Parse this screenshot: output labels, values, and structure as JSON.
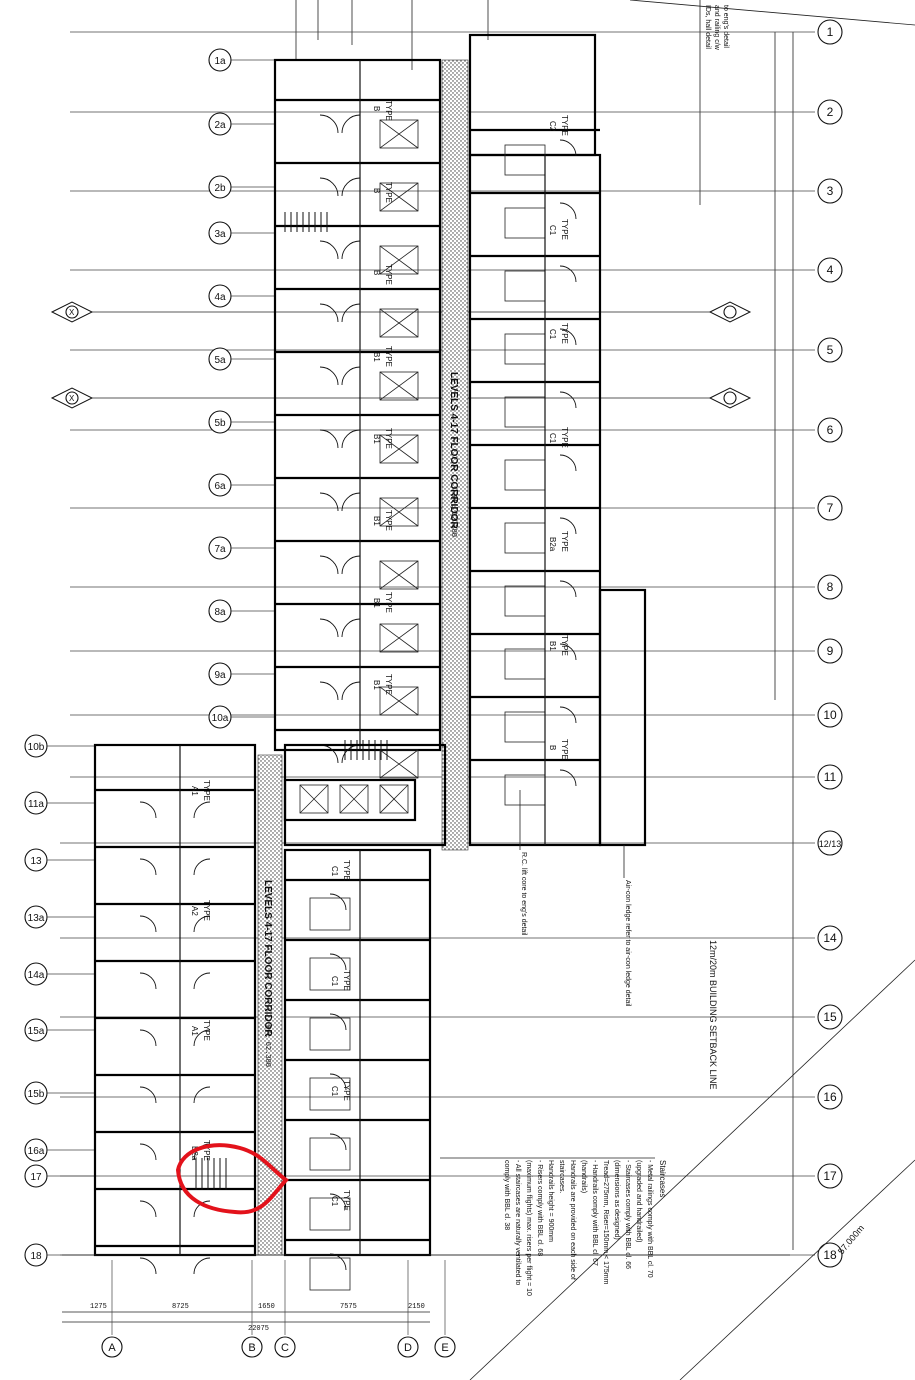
{
  "drawing": {
    "kind": "architectural-floor-plan",
    "corridor_labels": [
      "LEVELS 4-17 FLOOR CORRIDOR",
      "LEVELS 4-17 FLOOR CORRIDOR"
    ],
    "setback_label": "12m/20m BUILDING SETBACK LINE",
    "overall_dim": "57.000m",
    "callout_lift": "R.C. lift core to eng's detail",
    "callout_aircon": "Air-con ledge refer to air-con ledge detail",
    "callout_top": [
      "IDs, hall detail",
      "and railing c/w",
      "to eng's detail"
    ],
    "notes_title": "Staircases",
    "notes": [
      "- Metal railings comply with BBL cl. 70",
      "(upgraded and handrailed)",
      "- Staircases comply with BBL cl. 66",
      "(dimensions as designed)",
      "Tread=275mm, Riser=150mm < 175mm",
      "- Handrails comply with BBL cl. 67",
      "(handrails)",
      "Handrails are provided on each side of",
      "staircases.",
      "Handrails height = 900mm",
      "- Risers comply with BBL cl. 68",
      "(maximum flights) max. risers per flight = 10",
      "- All staircases are naturally ventilated to",
      "comply with BBL cl. 38"
    ]
  },
  "grid_numbers": [
    "1",
    "2",
    "3",
    "4",
    "5",
    "6",
    "7",
    "8",
    "9",
    "10",
    "11",
    "12/13",
    "14",
    "15",
    "16",
    "17",
    "18"
  ],
  "grid_left_upper": [
    "1a",
    "2a",
    "2b",
    "3a",
    "4a",
    "5a",
    "5b",
    "6a",
    "7a",
    "8a",
    "9a",
    "10a"
  ],
  "grid_left_lower": [
    "10b",
    "11a",
    "13",
    "13a",
    "14a",
    "15a",
    "15b",
    "16a",
    "17",
    "18"
  ],
  "grid_letters": [
    "A",
    "B",
    "C",
    "D",
    "E"
  ],
  "section_markers": [
    "X",
    "X"
  ],
  "dims_bottom": [
    "1275",
    "8725",
    "1650",
    "7575",
    "2150",
    "22075"
  ],
  "unit_types_upper_left": [
    {
      "type": "TYPE",
      "sub": "B"
    },
    {
      "type": "TYPE",
      "sub": "B"
    },
    {
      "type": "TYPE",
      "sub": "B"
    },
    {
      "type": "TYPE",
      "sub": "B1"
    },
    {
      "type": "TYPE",
      "sub": "B1"
    },
    {
      "type": "TYPE",
      "sub": "B1"
    },
    {
      "type": "TYPE",
      "sub": "B1"
    },
    {
      "type": "TYPE",
      "sub": "B1"
    }
  ],
  "unit_types_upper_right": [
    {
      "type": "TYPE",
      "sub": "C2"
    },
    {
      "type": "TYPE",
      "sub": "C1"
    },
    {
      "type": "TYPE",
      "sub": "C1"
    },
    {
      "type": "TYPE",
      "sub": "C1"
    },
    {
      "type": "TYPE",
      "sub": "B2a"
    },
    {
      "type": "TYPE",
      "sub": "B1"
    },
    {
      "type": "TYPE",
      "sub": "B"
    }
  ],
  "unit_types_lower_left": [
    {
      "type": "TYPE",
      "sub": "A1"
    },
    {
      "type": "TYPE",
      "sub": "A2"
    },
    {
      "type": "TYPE",
      "sub": "A1"
    },
    {
      "type": "TYPE",
      "sub": "B2a"
    }
  ],
  "unit_types_lower_right": [
    {
      "type": "TYPE",
      "sub": "C1"
    },
    {
      "type": "TYPE",
      "sub": "C1"
    },
    {
      "type": "TYPE",
      "sub": "C1"
    },
    {
      "type": "TYPE",
      "sub": "C1"
    }
  ],
  "ffl_tags": [
    "FFL 62.300",
    "FFL 62.300"
  ],
  "annotation": {
    "highlight": "red-circle around staircase",
    "color": "#e3121b"
  }
}
